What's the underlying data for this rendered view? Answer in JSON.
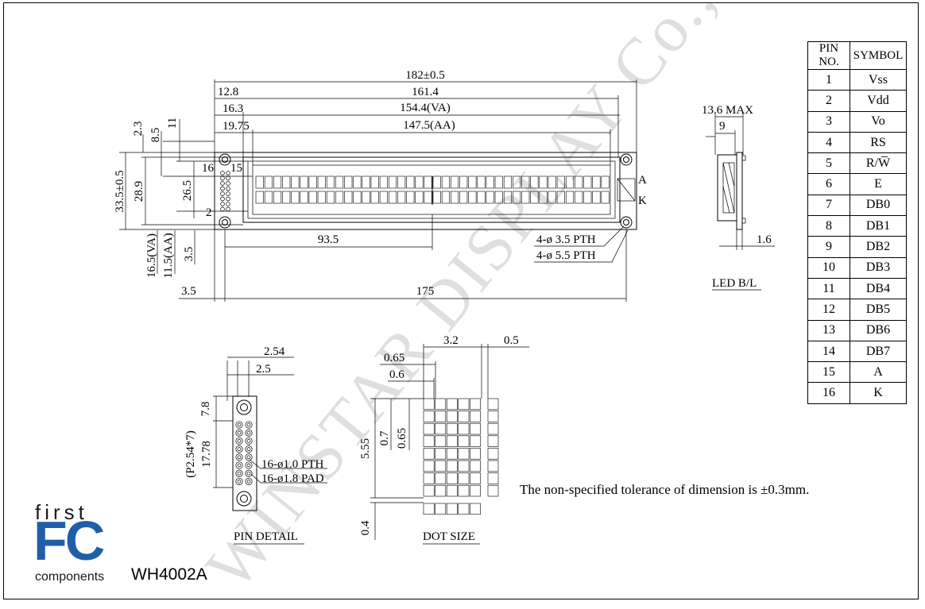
{
  "model": "WH4002A",
  "watermark": "WINSTAR DISPLAY Co., Ltd",
  "tolerance_note": "The non-specified tolerance of dimension is ±0.3mm.",
  "logo": {
    "line1": "first",
    "line2": "FC",
    "line3": "components",
    "brand_color": "#1f5fa8"
  },
  "front_view": {
    "dims": {
      "overall_w": "182±0.5",
      "pcb_inner": "161.4",
      "va_w": "154.4(VA)",
      "aa_w": "147.5(AA)",
      "left_12_8": "12.8",
      "left_16_3": "16.3",
      "left_19_75": "19.75",
      "v_2_3": "2.3",
      "v_8_5": "8.5",
      "v_11": "11",
      "overall_h": "33.5±0.5",
      "h_28_9": "28.9",
      "h_26_5": "26.5",
      "h_2": "2",
      "h_va": "16.5(VA)",
      "h_aa": "11.5(AA)",
      "h_3_5v": "3.5",
      "mid_93_5": "93.5",
      "hole_pitch": "175",
      "left_3_5": "3.5",
      "pth1": "4-ø 3.5 PTH",
      "pth2": "4-ø 5.5 PTH",
      "pin16": "16",
      "pin15": "15",
      "A": "A",
      "K": "K"
    }
  },
  "side_view": {
    "max": "13.6 MAX",
    "nine": "9",
    "t16": "1.6",
    "label": "LED B/L"
  },
  "pin_detail": {
    "d254": "2.54",
    "d25": "2.5",
    "d78": "7.8",
    "d1778": "17.78",
    "p254": "(P2.54*7)",
    "pth": "16-ø1.0 PTH",
    "pad": "16-ø1.8 PAD",
    "label": "PIN DETAIL"
  },
  "dot_size": {
    "d32": "3.2",
    "d05": "0.5",
    "d065": "0.65",
    "d06": "0.6",
    "d555": "5.55",
    "d07": "0.7",
    "d065v": "0.65",
    "d04": "0.4",
    "label": "DOT SIZE"
  },
  "pin_table": {
    "headers": [
      "PIN NO.",
      "SYMBOL"
    ],
    "rows": [
      [
        "1",
        "Vss"
      ],
      [
        "2",
        "Vdd"
      ],
      [
        "3",
        "Vo"
      ],
      [
        "4",
        "RS"
      ],
      [
        "5",
        "R/W̅"
      ],
      [
        "6",
        "E"
      ],
      [
        "7",
        "DB0"
      ],
      [
        "8",
        "DB1"
      ],
      [
        "9",
        "DB2"
      ],
      [
        "10",
        "DB3"
      ],
      [
        "11",
        "DB4"
      ],
      [
        "12",
        "DB5"
      ],
      [
        "13",
        "DB6"
      ],
      [
        "14",
        "DB7"
      ],
      [
        "15",
        "A"
      ],
      [
        "16",
        "K"
      ]
    ]
  }
}
